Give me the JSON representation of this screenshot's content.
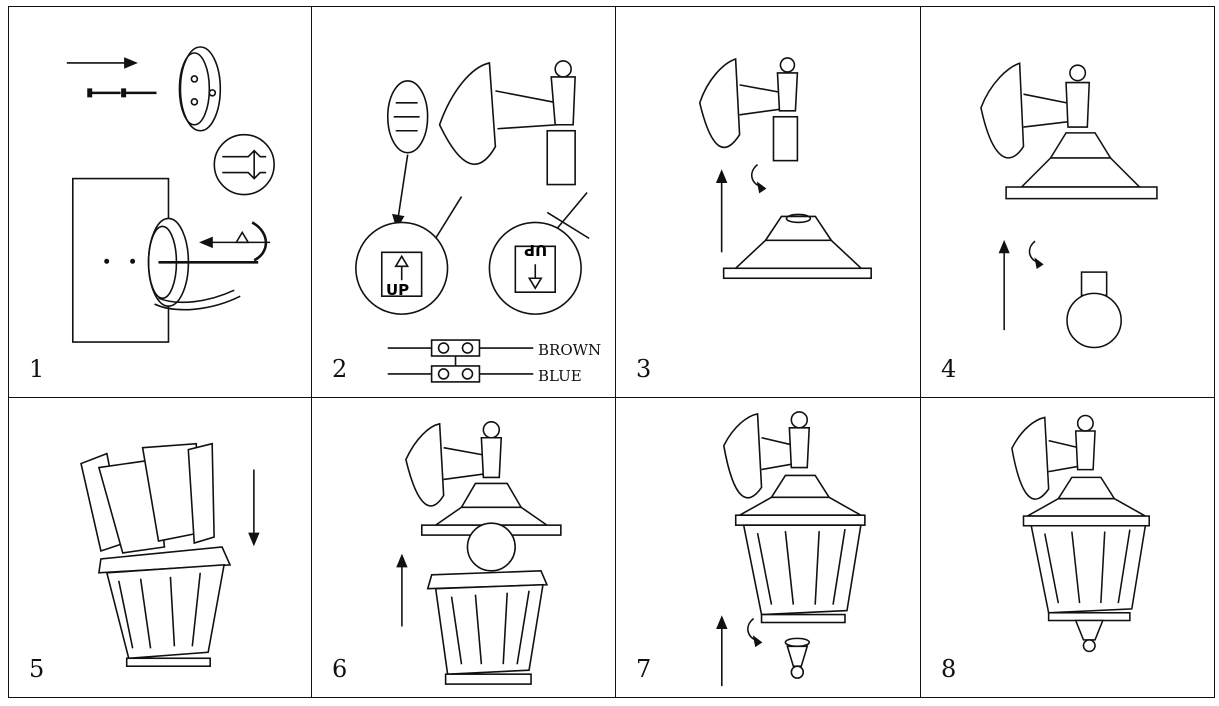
{
  "steps": [
    {
      "number": "1"
    },
    {
      "number": "2",
      "wire_labels": {
        "top": "BROWN",
        "bottom": "BLUE"
      },
      "callouts": {
        "left": "UP",
        "right": "UP"
      }
    },
    {
      "number": "3"
    },
    {
      "number": "4"
    },
    {
      "number": "5"
    },
    {
      "number": "6"
    },
    {
      "number": "7"
    },
    {
      "number": "8"
    }
  ]
}
